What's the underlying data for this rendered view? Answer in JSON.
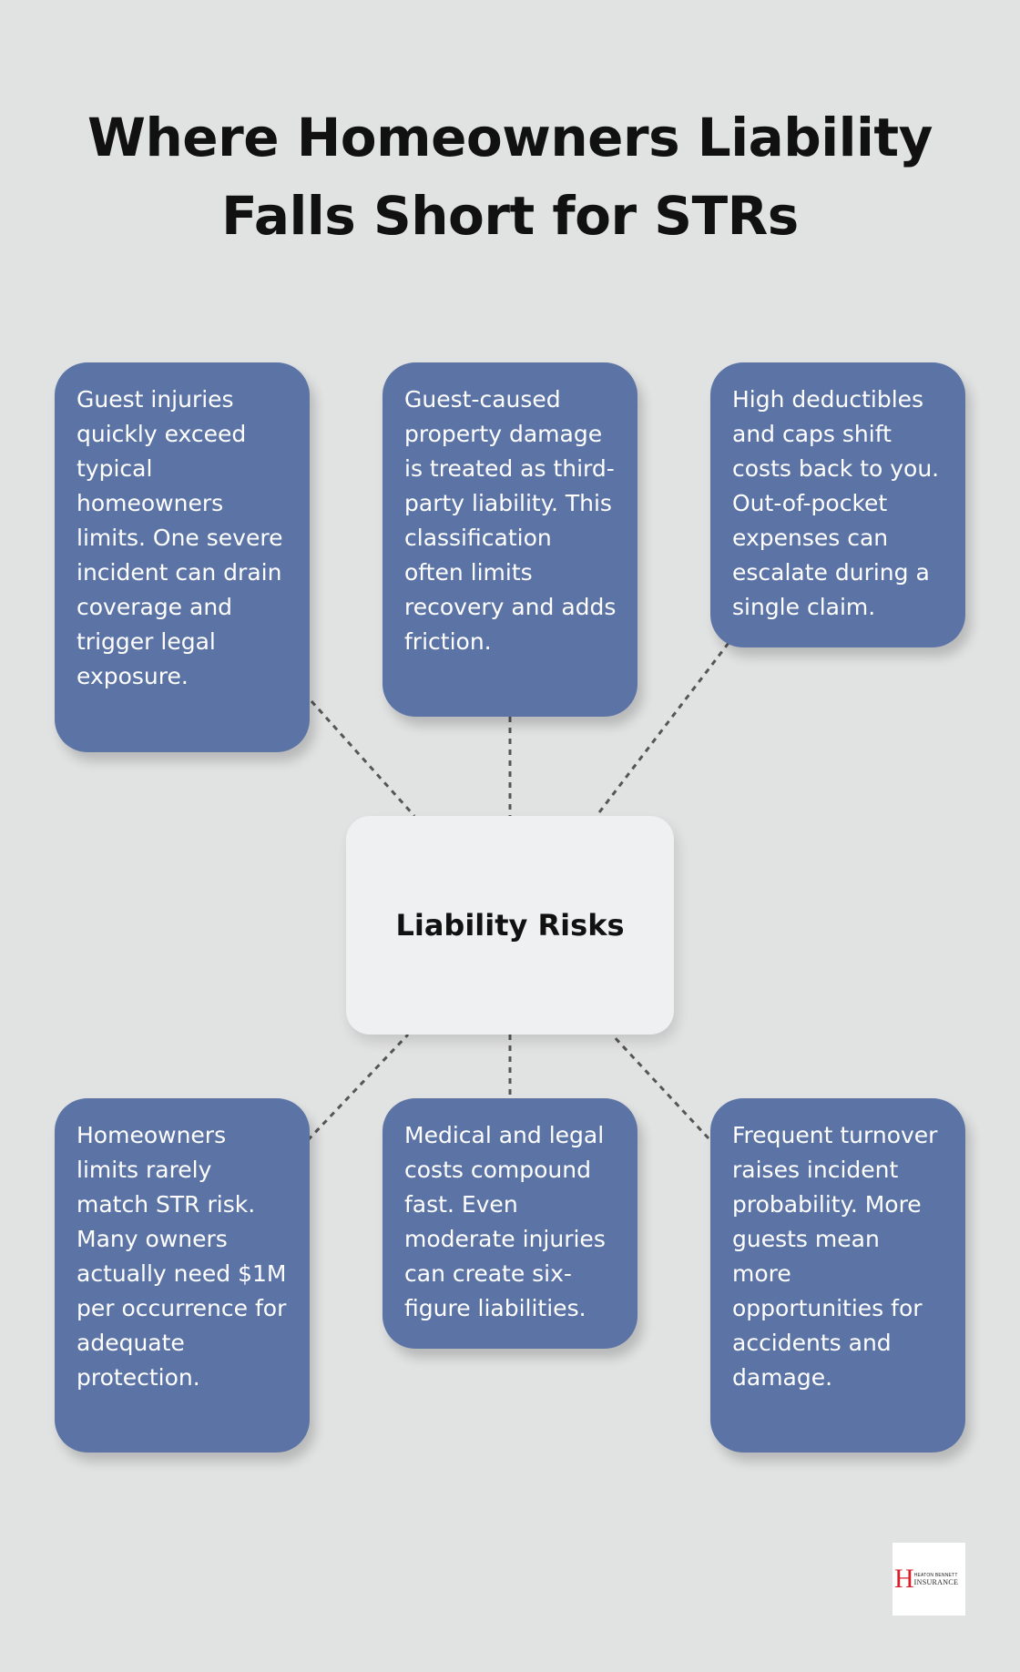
{
  "title": "Where Homeowners Liability Falls Short for STRs",
  "center": {
    "label": "Liability Risks"
  },
  "cards": [
    {
      "text": "Guest injuries quickly exceed typical homeowners limits. One severe incident can drain coverage and trigger legal exposure."
    },
    {
      "text": "Guest-caused property damage is treated as third-party liability. This classification often limits recovery and adds friction."
    },
    {
      "text": "High deductibles and caps shift costs back to you. Out-of-pocket expenses can escalate during a single claim."
    },
    {
      "text": "Homeowners limits rarely match STR risk. Many owners actually need $1M per occurrence for adequate protection."
    },
    {
      "text": "Medical and legal costs compound fast. Even moderate injuries can create six-figure liabilities."
    },
    {
      "text": "Frequent turnover raises incident probability. More guests mean more opportunities for accidents and damage."
    }
  ],
  "logo": {
    "mark": "H",
    "line1": "HEATON BENNETT",
    "line2": "INSURANCE"
  },
  "colors": {
    "background": "#e1e2e2",
    "card": "#5c74a5",
    "center": "#eff0f2",
    "connector": "#555555",
    "logo_accent": "#d81f2a"
  }
}
